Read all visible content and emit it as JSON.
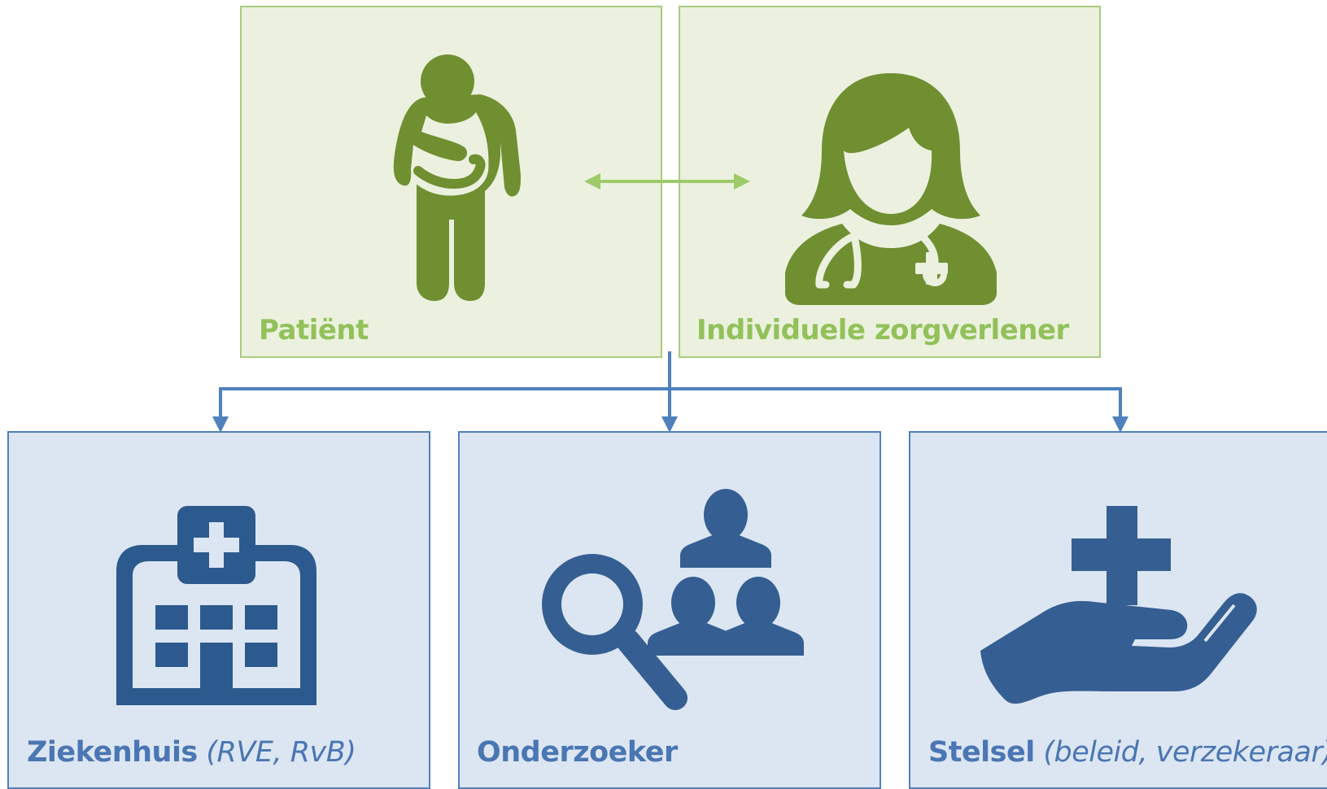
{
  "top": {
    "patient": {
      "label": "Patiënt",
      "icon": "sick-patient-icon"
    },
    "caregiver": {
      "label": "Individuele zorgverlener",
      "icon": "female-doctor-icon"
    }
  },
  "bottom": {
    "hospital": {
      "label": "Ziekenhuis",
      "sub": " (RVE, RvB)",
      "icon": "hospital-icon"
    },
    "researcher": {
      "label": "Onderzoeker",
      "sub": "",
      "icon": "research-group-icon"
    },
    "system": {
      "label": "Stelsel",
      "sub": " (beleid, verzekeraar)",
      "icon": "hand-with-cross-icon"
    }
  },
  "colors": {
    "green_icon": "#6f8f31",
    "green_label": "#92c15a",
    "green_fill": "#ebf1de",
    "blue_icon": "#355f92",
    "blue_fill": "#dce6f2",
    "connector": "#4f81bd"
  }
}
